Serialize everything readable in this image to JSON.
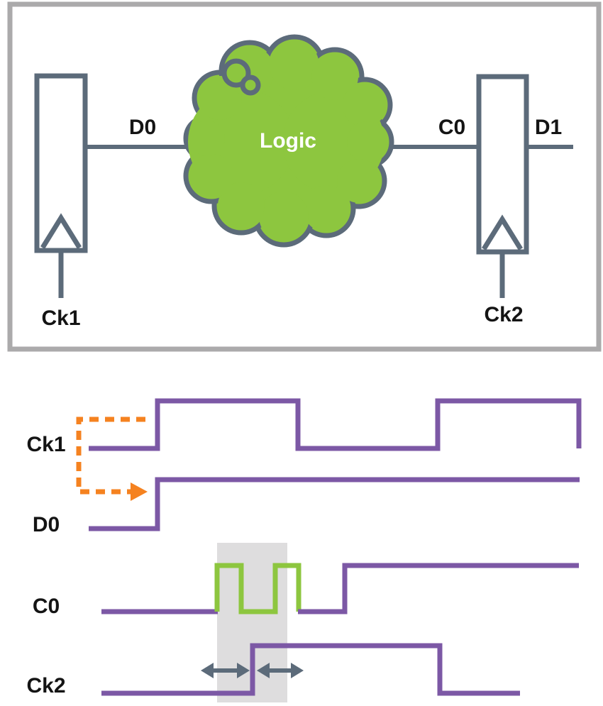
{
  "colors": {
    "purple": "#7C58A5",
    "green": "#8DC63F",
    "slate": "#5C6B7A",
    "orange": "#F58220",
    "border_gray": "#ABAAAB",
    "highlight_gray": "#DEDDDE",
    "label_black": "#141414",
    "white": "#FFFFFF"
  },
  "block_diagram": {
    "cloud_label": "Logic",
    "d0_label": "D0",
    "c0_label": "C0",
    "d1_label": "D1",
    "ck1_label": "Ck1",
    "ck2_label": "Ck2"
  },
  "timing_diagram": {
    "signals": [
      {
        "label": "Ck1"
      },
      {
        "label": "D0"
      },
      {
        "label": "C0"
      },
      {
        "label": "Ck2"
      }
    ]
  }
}
